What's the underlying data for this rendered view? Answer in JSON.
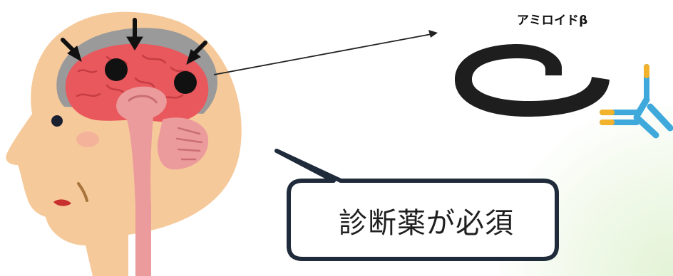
{
  "labels": {
    "amyloid": "アミロイドβ",
    "callout": "診断薬が必須"
  },
  "colors": {
    "skin": "#f6c99a",
    "brain": "#e8585c",
    "brain_dark": "#c63c43",
    "stem": "#ec9b9c",
    "skull_gap": "#9a9a9a",
    "plaque": "#111111",
    "amyloid_ring": "#1e1e1e",
    "antibody_blue": "#3fa9dc",
    "antibody_yellow": "#f2b22c",
    "callout_border": "#1f2a3a",
    "accent_green": "#e3f3d6"
  },
  "icons": [
    "head-illustration",
    "arrow-down-icon",
    "amyloid-ring-icon",
    "antibody-icon"
  ]
}
